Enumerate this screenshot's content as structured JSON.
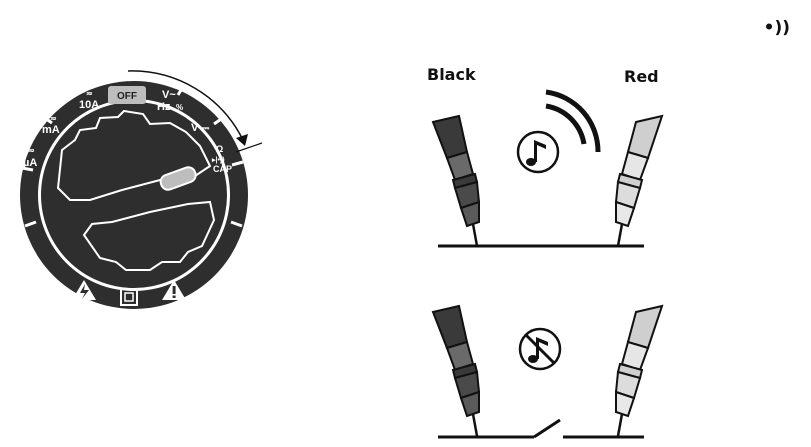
{
  "continuity_symbol": "•))",
  "dial": {
    "positions": {
      "off": "OFF",
      "volts_ac_sym": "V~",
      "hz": "Hz",
      "percent": "%",
      "volts_dc": "V",
      "ohm": "Ω",
      "cap": "CAP",
      "amps_10": "10A",
      "milliamps": "mA",
      "microamps": "µA"
    }
  },
  "leads": {
    "black_label": "Black",
    "red_label": "Red"
  },
  "colors": {
    "dial_body": "#2e2e2e",
    "black_probe": "#3a3a3a",
    "red_probe": "#cfcfcf"
  }
}
